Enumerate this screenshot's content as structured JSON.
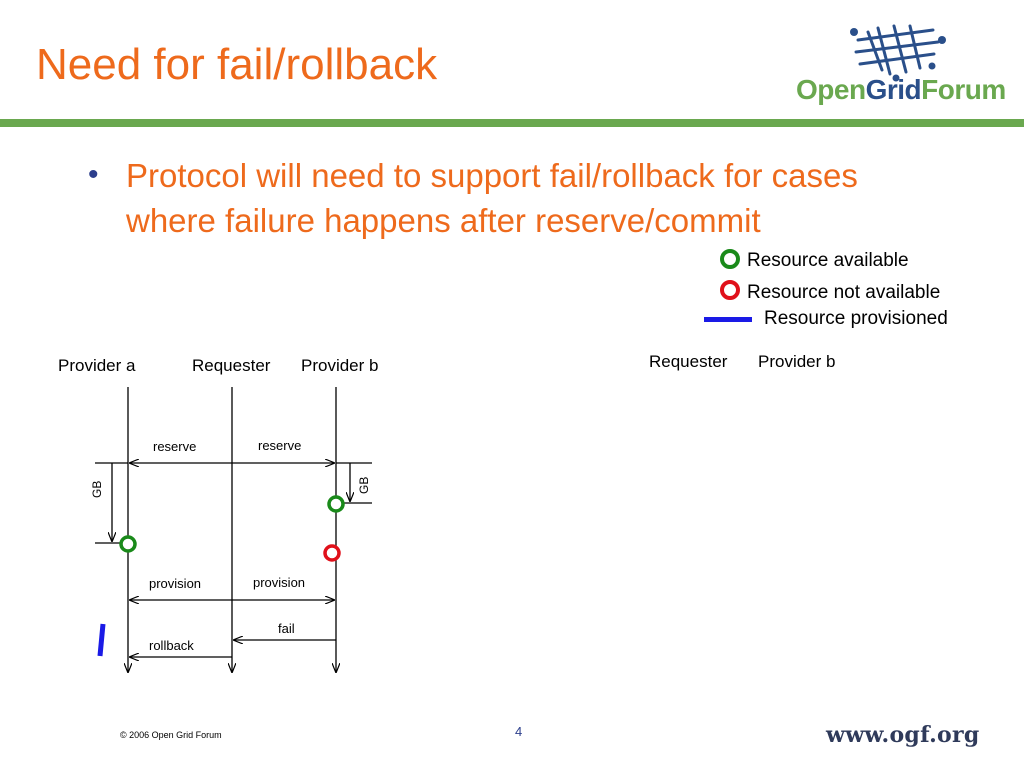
{
  "slide": {
    "title": "Need for fail/rollback",
    "bullet": "Protocol will need to support fail/rollback for cases where failure happens after reserve/commit",
    "logo": {
      "open": "Open",
      "grid": "Grid",
      "forum": "Forum"
    },
    "footer": "© 2006 Open Grid Forum",
    "page_number": "4",
    "url": "www.ogf.org"
  },
  "legend": {
    "available": "Resource available",
    "not_available": "Resource not available",
    "provisioned": "Resource provisioned"
  },
  "diagram": {
    "headers": {
      "provider_a": "Provider a",
      "requester": "Requester",
      "provider_b": "Provider  b"
    },
    "messages": {
      "reserve_a": "reserve",
      "reserve_b": "reserve",
      "provision_a": "provision",
      "provision_b": "provision",
      "fail": "fail",
      "rollback": "rollback"
    },
    "gb_left": "GB",
    "gb_right": "GB"
  },
  "diagram2": {
    "headers": {
      "requester": "Requester",
      "provider_b": "Provider  b"
    }
  },
  "colors": {
    "title": "#ee6a1c",
    "rule": "#6aa84f",
    "available": "#1a8a1a",
    "not_available": "#e0101a",
    "provisioned": "#1a1ae6"
  }
}
